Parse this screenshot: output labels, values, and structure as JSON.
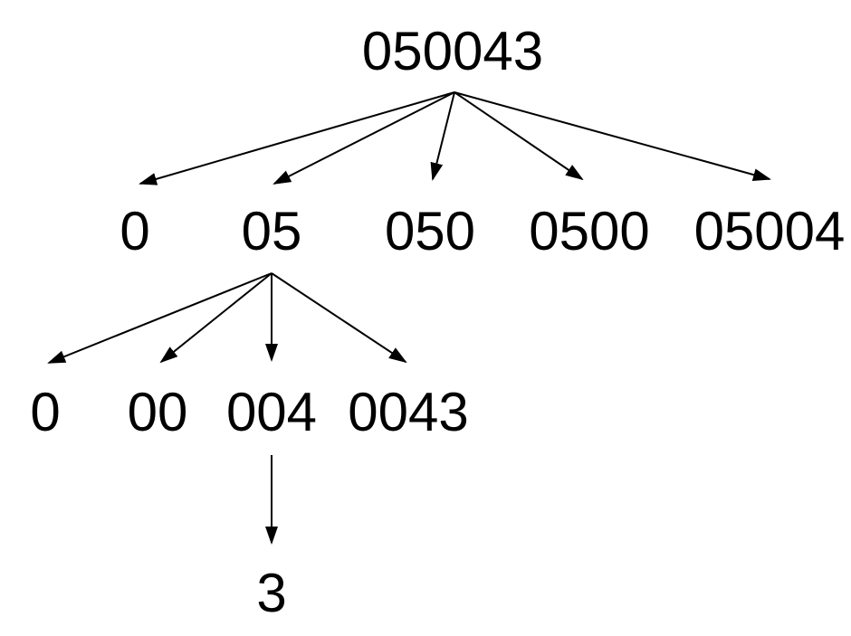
{
  "tree": {
    "root": "050043",
    "level1": [
      "0",
      "05",
      "050",
      "0500",
      "05004"
    ],
    "level2": [
      "0",
      "00",
      "004",
      "0043"
    ],
    "level3": [
      "3"
    ]
  },
  "colors": {
    "background": "#ffffff",
    "ink": "#000000"
  }
}
